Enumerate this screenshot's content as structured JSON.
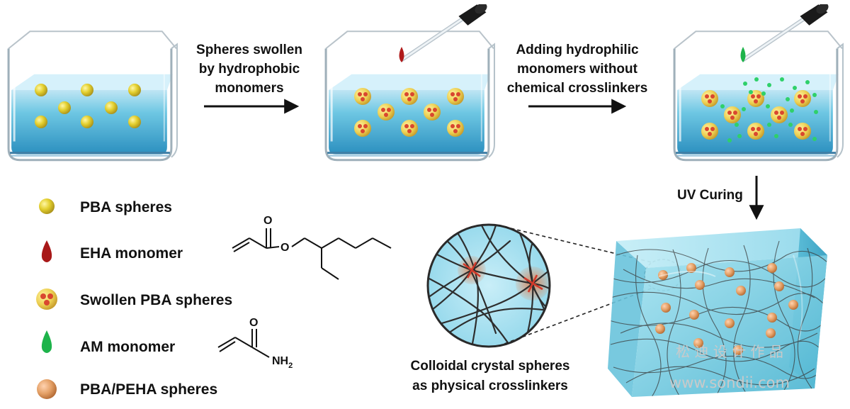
{
  "steps": {
    "arrow1_line1": "Spheres swollen",
    "arrow1_line2": "by hydrophobic",
    "arrow1_line3": "monomers",
    "arrow2_line1": "Adding hydrophilic",
    "arrow2_line2": "monomers without",
    "arrow2_line3": "chemical crosslinkers",
    "arrow3": "UV Curing"
  },
  "legend": [
    {
      "label": "PBA spheres",
      "icon": "pba-sphere-icon"
    },
    {
      "label": "EHA monomer",
      "icon": "red-droplet-icon"
    },
    {
      "label": "Swollen PBA spheres",
      "icon": "swollen-sphere-icon"
    },
    {
      "label": "AM monomer",
      "icon": "green-droplet-icon"
    },
    {
      "label": "PBA/PEHA spheres",
      "icon": "peha-sphere-icon"
    }
  ],
  "structures": {
    "eha_atom": "O",
    "eha_carbonyl": "O",
    "am_carbonyl": "O",
    "am_amine": "NH",
    "am_amine_sub": "2"
  },
  "caption": {
    "line1": "Colloidal crystal spheres",
    "line2": "as physical crosslinkers"
  },
  "watermark": {
    "line1": "松 迪 设 计 作 品",
    "line2": "www.sondii.com"
  },
  "colors": {
    "water": "#6ec7e3",
    "yellow_sphere": "#e3cf2e",
    "orange_sphere": "#e4a066",
    "red_dot": "#d9472f",
    "green_dot": "#2fd06a",
    "red_drop": "#b01b1b",
    "green_drop": "#1db34a",
    "gel": "#7fd3e6"
  }
}
